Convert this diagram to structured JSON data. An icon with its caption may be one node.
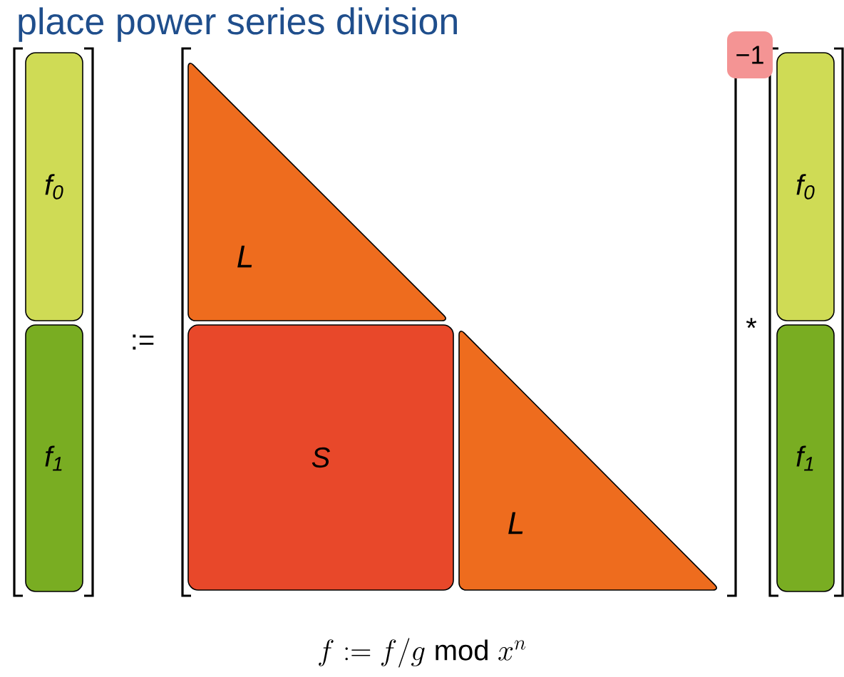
{
  "diagram": {
    "title": "place power series division",
    "caption": "f := f/g \\bmod x^{n}",
    "nodes": [
      {
        "text": [
          "f$_{0}$"
        ]
      },
      {
        "text": [
          "f$_{1}$"
        ]
      },
      {
        "text": [
          "L"
        ]
      },
      {
        "text": [
          "S"
        ]
      },
      {
        "text": [
          "L"
        ]
      },
      {
        "text": [
          "−1"
        ]
      },
      {
        "text": [
          "f$_{0}$"
        ]
      },
      {
        "text": [
          "f$_{1}$"
        ]
      }
    ],
    "edges": [],
    "labels": [
      ":=",
      "*"
    ]
  }
}
